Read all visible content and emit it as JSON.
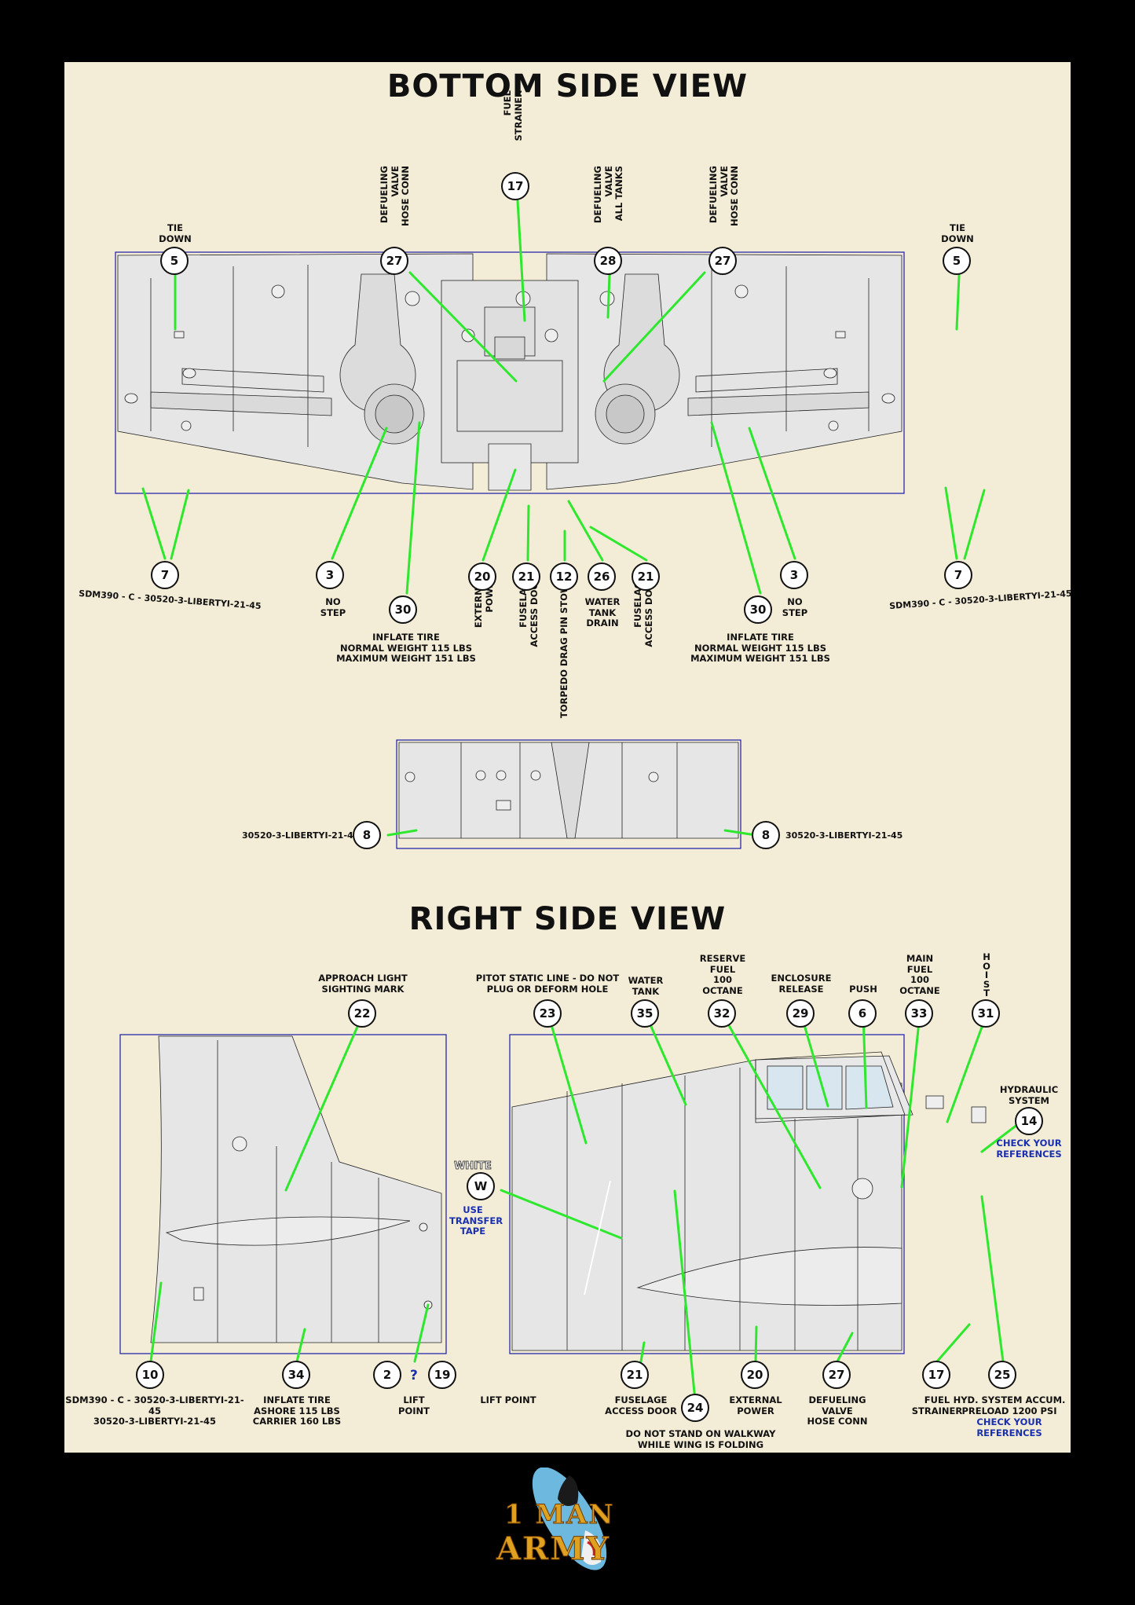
{
  "titles": {
    "bottom": "BOTTOM SIDE VIEW",
    "right": "RIGHT SIDE VIEW"
  },
  "callouts": {
    "b5l": "5",
    "b27l": "27",
    "b17": "17",
    "b28": "28",
    "b27r": "27",
    "b5r": "5",
    "b7l": "7",
    "b3l": "3",
    "b30l": "30",
    "b20": "20",
    "b21l": "21",
    "b12": "12",
    "b26": "26",
    "b21r": "21",
    "b30r": "30",
    "b3r": "3",
    "b7r": "7",
    "b8l": "8",
    "b8r": "8",
    "r22": "22",
    "r23": "23",
    "r35": "35",
    "r32": "32",
    "r29": "29",
    "r6": "6",
    "r33": "33",
    "r31": "31",
    "r14": "14",
    "rW": "W",
    "r10": "10",
    "r34": "34",
    "r2": "2",
    "r19": "19",
    "r21": "21",
    "r24": "24",
    "r20": "20",
    "r27": "27",
    "r17": "17",
    "r25": "25"
  },
  "labels": {
    "tie_down_l": "TIE\nDOWN",
    "defuel_hose_l": "DEFUELING\nVALVE\nHOSE CONN",
    "fuel_strainer_top": "FUEL\nSTRAINER",
    "defuel_all_tanks": "DEFUELING\nVALVE\nALL TANKS",
    "defuel_hose_r": "DEFUELING\nVALVE\nHOSE CONN",
    "tie_down_r": "TIE\nDOWN",
    "code_7l": "SDM390 - C - 30520-3-LIBERTYI-21-45",
    "no_step_l": "NO\nSTEP",
    "inflate_tire_l": "INFLATE TIRE\nNORMAL WEIGHT 115 LBS\nMAXIMUM WEIGHT 151 LBS",
    "external_power_v": "EXTERNAL\nPOWER",
    "fuselage_access_v": "FUSELAGE\nACCESS DOOR",
    "torpedo_drag": "TORPEDO DRAG PIN STOWED",
    "water_tank_drain": "WATER\nTANK\nDRAIN",
    "fuselage_access_v2": "FUSELAGE\nACCESS DOOR",
    "inflate_tire_r": "INFLATE TIRE\nNORMAL WEIGHT 115 LBS\nMAXIMUM WEIGHT 151 LBS",
    "no_step_r": "NO\nSTEP",
    "code_7r": "SDM390 - C - 30520-3-LIBERTYI-21-45",
    "code_8l": "30520-3-LIBERTYI-21-45",
    "code_8r": "30520-3-LIBERTYI-21-45",
    "approach_light": "APPROACH LIGHT\nSIGHTING MARK",
    "pitot": "PITOT STATIC LINE - DO NOT\nPLUG OR DEFORM HOLE",
    "water_tank": "WATER\nTANK",
    "reserve_fuel": "RESERVE\nFUEL\n100\nOCTANE",
    "enclosure_release": "ENCLOSURE\nRELEASE",
    "push": "PUSH",
    "main_fuel": "MAIN\nFUEL\n100\nOCTANE",
    "hoist": "H\nO\nI\nS\nT",
    "hydraulic_system": "HYDRAULIC\nSYSTEM",
    "check_refs_14": "CHECK YOUR\nREFERENCES",
    "white": "WHITE",
    "use_transfer": "USE\nTRANSFER\nTAPE",
    "code_10": "SDM390 - C - 30520-3-LIBERTYI-21-45\n30520-3-LIBERTYI-21-45",
    "inflate_tire_34": "INFLATE TIRE\nASHORE 115 LBS\nCARRIER 160 LBS",
    "lift_point_2": "LIFT\nPOINT",
    "question": "?",
    "lift_point_19": "LIFT POINT",
    "fuselage_access_21": "FUSELAGE\nACCESS DOOR",
    "walkway": "DO NOT STAND ON WALKWAY\nWHILE WING IS FOLDING",
    "external_power_20": "EXTERNAL\nPOWER",
    "defuel_hose_27": "DEFUELING\nVALVE\nHOSE CONN",
    "fuel_strainer_17": "FUEL\nSTRAINER",
    "hyd_accum": "HYD. SYSTEM ACCUM.\nPRELOAD 1200 PSI",
    "check_refs_25": "CHECK YOUR\nREFERENCES"
  },
  "logo": {
    "line1": "1 MAN",
    "line2": "ARMY"
  },
  "colors": {
    "background": "#000000",
    "sheet": "#f3ecd6",
    "leader": "#2ee82e",
    "outline": "#1a1aa8",
    "panel": "#e6e6e6",
    "accent_text": "#1a2fb0"
  }
}
